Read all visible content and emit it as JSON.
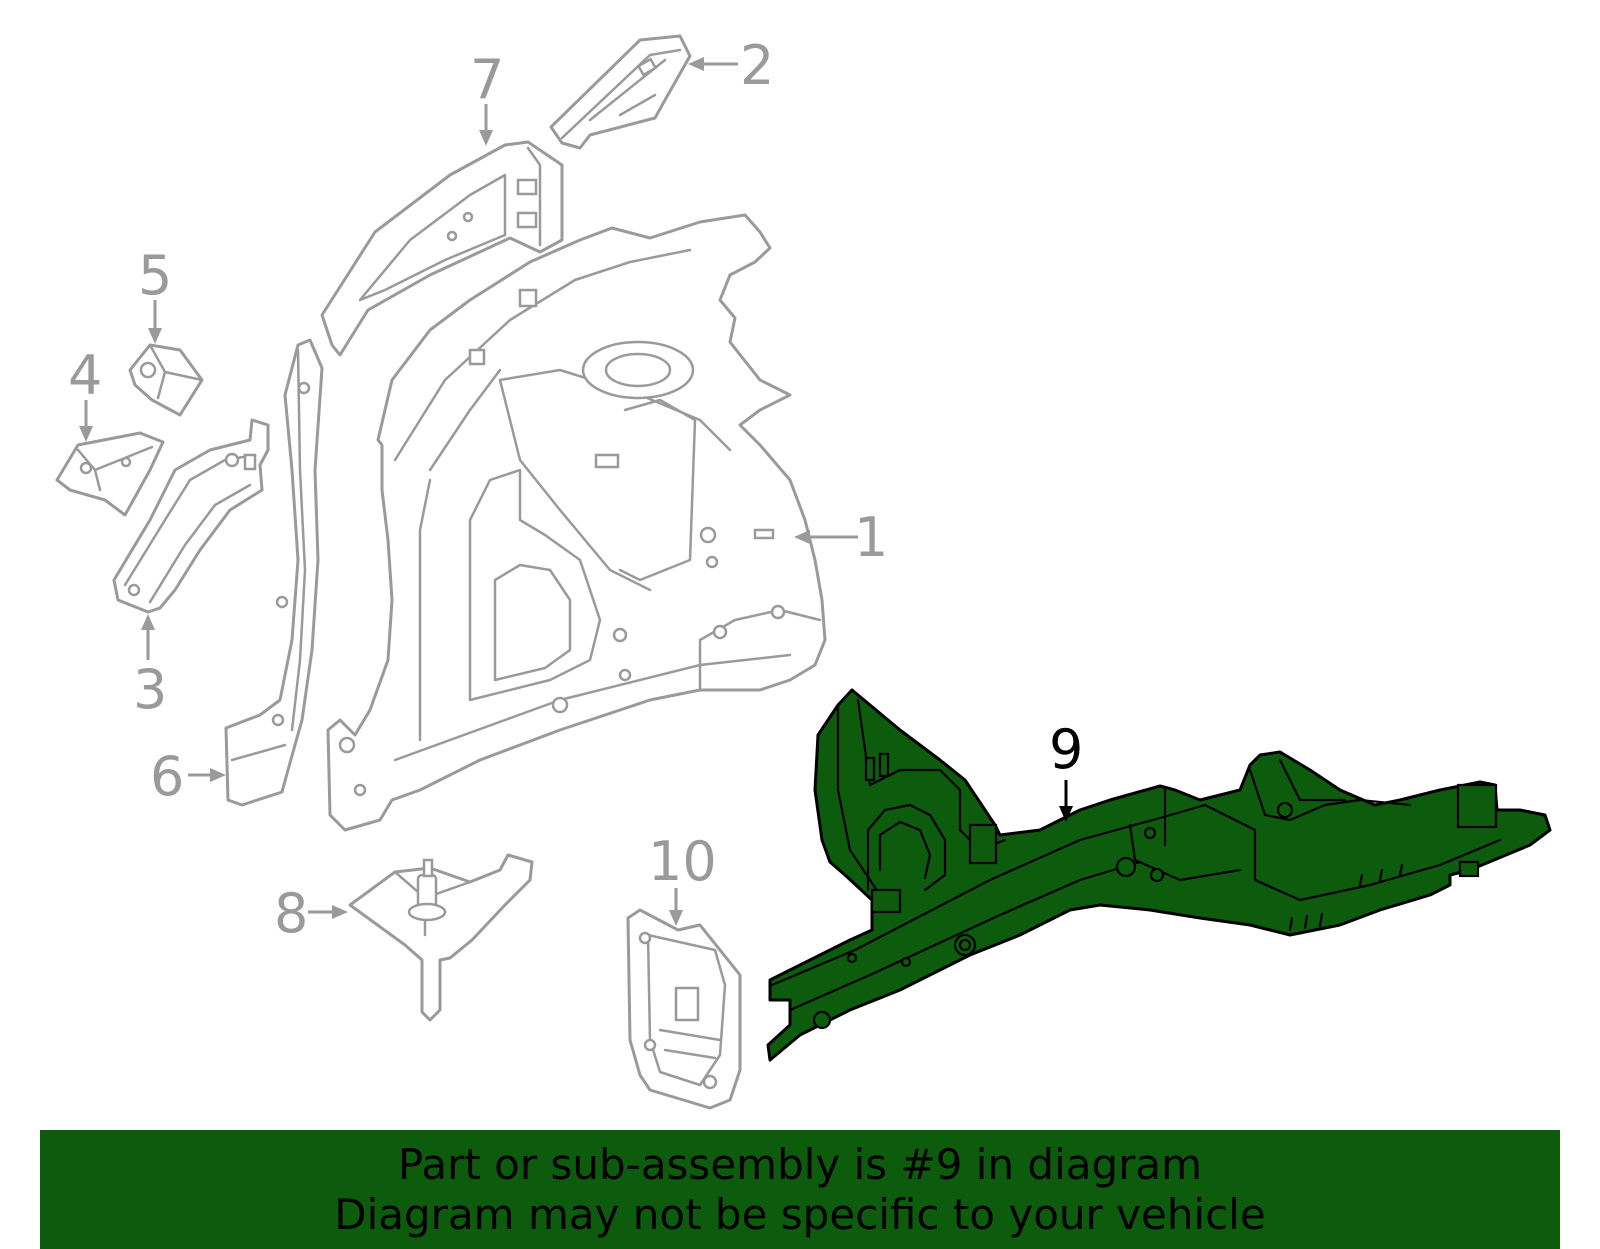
{
  "callouts": {
    "c1": "1",
    "c2": "2",
    "c3": "3",
    "c4": "4",
    "c5": "5",
    "c6": "6",
    "c7": "7",
    "c8": "8",
    "c9": "9",
    "c10": "10"
  },
  "highlighted_part": "9",
  "colors": {
    "highlight_fill": "#0d5c0d",
    "part_outline": "#9a9a9a",
    "banner_background": "#0d5c0d",
    "banner_text": "#000000"
  },
  "banner": {
    "line1": "Part or sub-assembly is #9 in diagram",
    "line2": "Diagram may not be specific to your vehicle"
  }
}
